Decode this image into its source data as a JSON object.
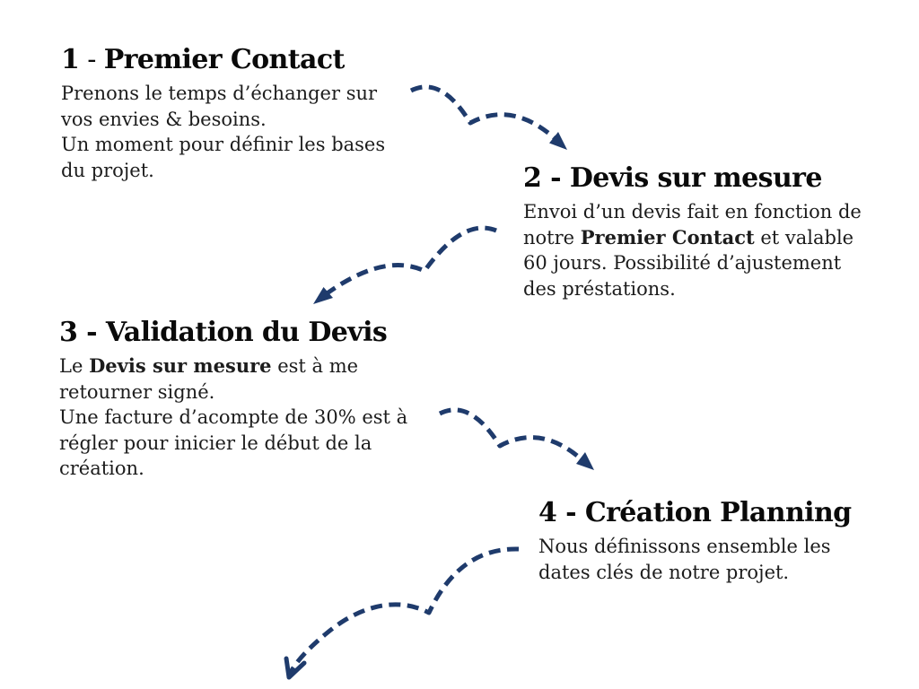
{
  "colors": {
    "background": "#ffffff",
    "arrow": "#1f3b6c",
    "heading": "#0a0a0a",
    "body": "#1c1c1c"
  },
  "diagram": {
    "type": "process-flow",
    "language": "fr",
    "step_count": 4
  },
  "steps": [
    {
      "number": "1",
      "title_plain": "1 - Premier Contact",
      "title": [
        {
          "t": "1",
          "b": true
        },
        {
          "t": " - ",
          "b": false
        },
        {
          "t": "Premier Contact",
          "b": true
        }
      ],
      "body": [
        {
          "t": "Prenons le temps d’échanger sur\nvos envies & besoins.\nUn moment pour définir les bases\ndu projet.",
          "b": false
        }
      ]
    },
    {
      "number": "2",
      "title_plain": "2 - Devis sur mesure",
      "title": [
        {
          "t": "2 - Devis sur mesure",
          "b": true
        }
      ],
      "body": [
        {
          "t": "Envoi d’un devis fait en fonction de\nnotre ",
          "b": false
        },
        {
          "t": "Premier Contact",
          "b": true
        },
        {
          "t": " et valable\n60 jours. Possibilité d’ajustement\ndes préstations.",
          "b": false
        }
      ]
    },
    {
      "number": "3",
      "title_plain": "3 - Validation du Devis",
      "title": [
        {
          "t": "3 - Validation du Devis",
          "b": true
        }
      ],
      "body": [
        {
          "t": "Le ",
          "b": false
        },
        {
          "t": "Devis sur mesure",
          "b": true
        },
        {
          "t": " est à me\nretourner signé.\nUne facture d’acompte de 30% est à\nrégler pour inicier le début de la\ncréation.",
          "b": false
        }
      ]
    },
    {
      "number": "4",
      "title_plain": "4 - Création Planning",
      "title": [
        {
          "t": "4 - Création Planning",
          "b": true
        }
      ],
      "body": [
        {
          "t": "Nous définissons ensemble les\ndates clés de notre projet.",
          "b": false
        }
      ]
    }
  ],
  "arrows": [
    {
      "name": "arrow-step1-to-step2",
      "from": "step-1",
      "to": "step-2",
      "direction": "down-right",
      "stroke_style": "dashed",
      "head": "solid-triangle"
    },
    {
      "name": "arrow-step2-to-step3",
      "from": "step-2",
      "to": "step-3",
      "direction": "down-left",
      "stroke_style": "dashed",
      "head": "solid-triangle"
    },
    {
      "name": "arrow-step3-to-step4",
      "from": "step-3",
      "to": "step-4",
      "direction": "down-right",
      "stroke_style": "dashed",
      "head": "solid-triangle"
    },
    {
      "name": "arrow-step4-down",
      "from": "step-4",
      "to": "offscreen-bottom",
      "direction": "down-left",
      "stroke_style": "dashed",
      "head": "open-v"
    }
  ]
}
